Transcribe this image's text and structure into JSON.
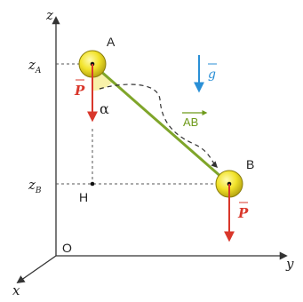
{
  "axes": {
    "z": "z",
    "y": "y",
    "x": "x",
    "origin": "O"
  },
  "points": {
    "a": "A",
    "b": "B",
    "h": "H"
  },
  "z_labels": {
    "za_main": "z",
    "za_sub": "A",
    "zb_main": "z",
    "zb_sub": "B"
  },
  "vectors": {
    "weight_a": "P",
    "weight_b": "P",
    "gravity": "g",
    "displacement": "AB"
  },
  "angle": "α",
  "colors": {
    "weight_arrow": "#d9372b",
    "gravity_arrow": "#2a8fd6",
    "rod": "#7fa52a",
    "ball": "#f2e32a",
    "axis": "#333333",
    "dashed_guides": "#555555"
  }
}
